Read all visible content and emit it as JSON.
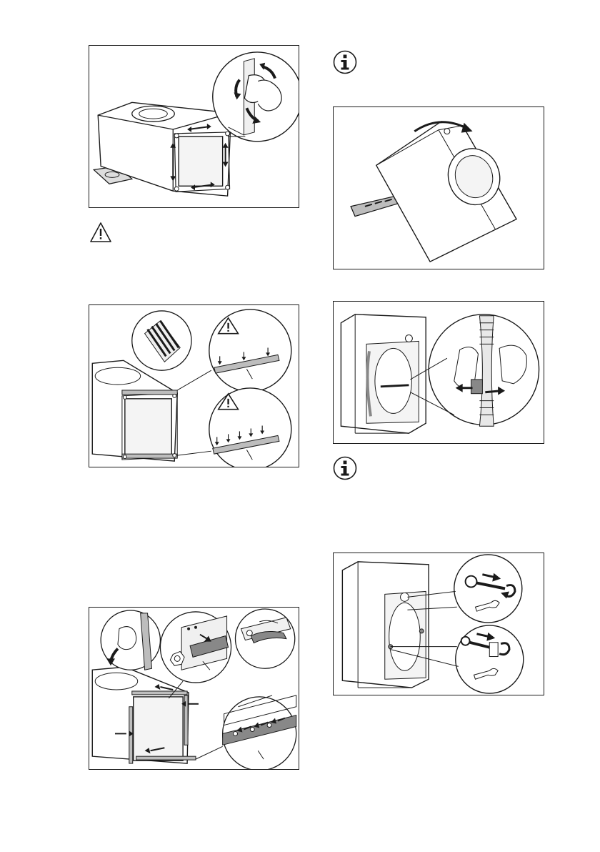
{
  "page": {
    "figures": [
      {
        "name": "figure-remove-panel-screws"
      },
      {
        "name": "figure-attach-protection-strips"
      },
      {
        "name": "figure-fit-strips-to-frame"
      },
      {
        "name": "figure-tilt-machine-onto-back"
      },
      {
        "name": "figure-release-hose-clip"
      },
      {
        "name": "figure-remove-transit-bolts"
      }
    ],
    "icons": {
      "warning": "warning-triangle-icon",
      "info_top": "info-icon",
      "info_mid": "info-icon"
    },
    "colors": {
      "line": "#1a1a1a",
      "shade": "#cfcfcf",
      "dark": "#555555"
    },
    "footer_text": ""
  }
}
